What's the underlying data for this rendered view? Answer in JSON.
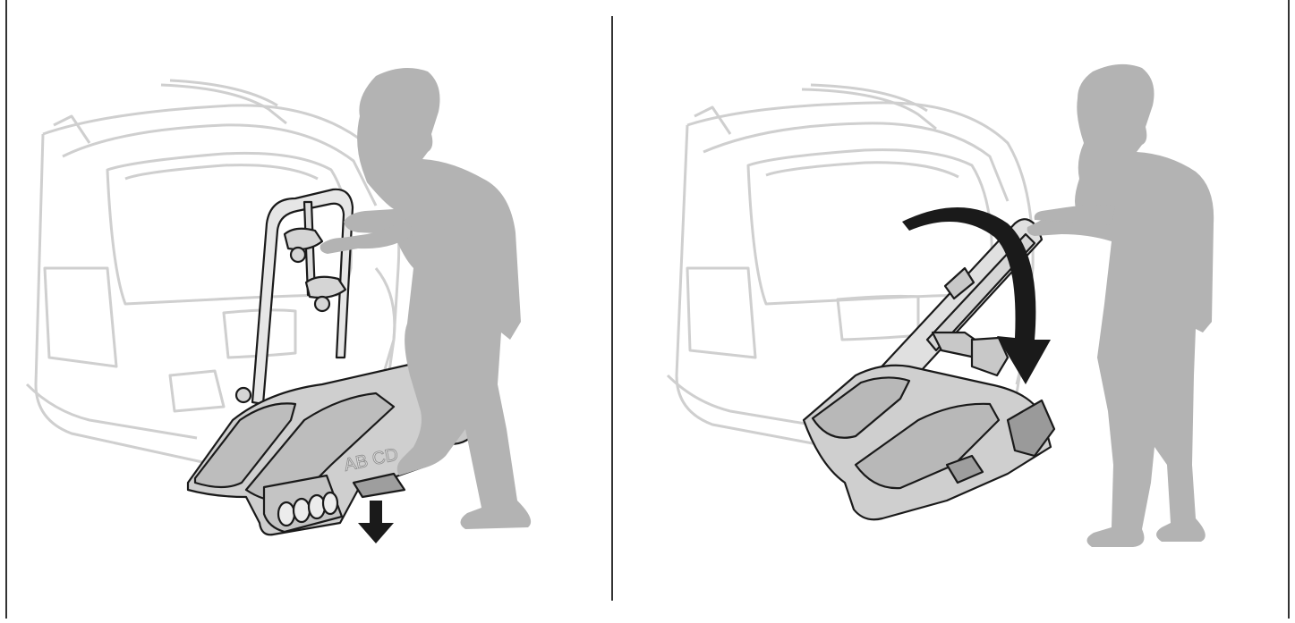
{
  "page": {
    "panels": [
      {
        "id": "step-tilt-down-pedal",
        "carrier_plate_text": "AB CD",
        "arrow": "down-arrow-icon"
      },
      {
        "id": "step-fold-up",
        "arrow": "curved-fold-arrow-icon"
      }
    ]
  },
  "colors": {
    "frame": "#333333",
    "divider": "#333333",
    "car_outline": "#cfcfcf",
    "person": "#b3b3b3",
    "carrier_fill": "#cfcfcf",
    "carrier_outline": "#1a1a1a",
    "arrow": "#1a1a1a",
    "background": "#ffffff"
  }
}
